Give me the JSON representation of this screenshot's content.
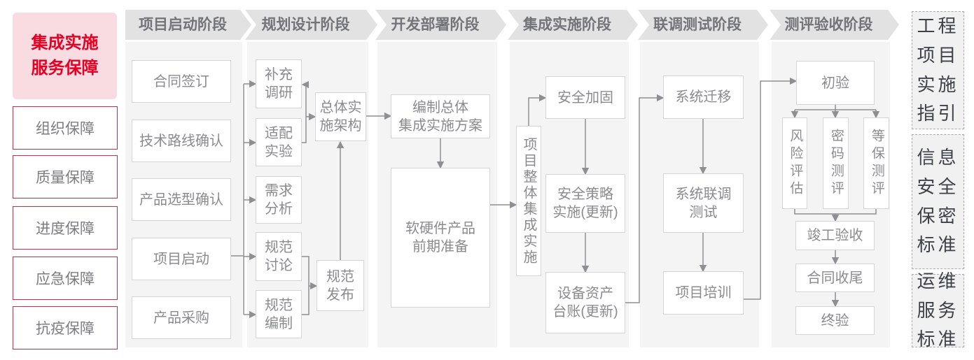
{
  "sidebar": {
    "title": "集成实施\n服务保障",
    "items": [
      "组织保障",
      "质量保障",
      "进度保障",
      "应急保障",
      "抗疫保障"
    ]
  },
  "phases": [
    "项目启动阶段",
    "规划设计阶段",
    "开发部署阶段",
    "集成实施阶段",
    "联调测试阶段",
    "测评验收阶段"
  ],
  "nodes": {
    "contract_signing": "合同签订",
    "tech_route": "技术路线确认",
    "product_selection": "产品选型确认",
    "project_kickoff": "项目启动",
    "product_procurement": "产品采购",
    "supplementary_research": "补充\n调研",
    "adaptation_test": "适配\n实验",
    "requirement_analysis": "需求\n分析",
    "spec_discussion": "规范\n讨论",
    "spec_drafting": "规范\n编制",
    "overall_architecture": "总体实\n施架构",
    "spec_release": "规范\n发布",
    "overall_plan": "编制总体\n集成实施方案",
    "product_preparation": "软硬件产品\n前期准备",
    "overall_integration": "项目整体集成实施",
    "security_hardening": "安全加固",
    "security_policy": "安全策略\n实施(更新)",
    "asset_ledger": "设备资产\n台账(更新)",
    "system_migration": "系统迁移",
    "joint_testing": "系统联调\n测试",
    "project_training": "项目培训",
    "initial_acceptance": "初验",
    "risk_assessment": "风险评估",
    "crypto_evaluation": "密码测评",
    "mlps_evaluation": "等保测评",
    "completion_acceptance": "竣工验收",
    "contract_closure": "合同收尾",
    "final_acceptance": "终验"
  },
  "right_sidebar": {
    "items": [
      "工程\n项目\n实施\n指引",
      "信息\n安全\n保密\n标准",
      "运维\n服务\n标准"
    ]
  },
  "colors": {
    "accent_red": "#e60023",
    "panel_gray": "#f4f4f5",
    "chevron_gray": "#e2e2e3",
    "line_gray": "#8e8f92"
  }
}
